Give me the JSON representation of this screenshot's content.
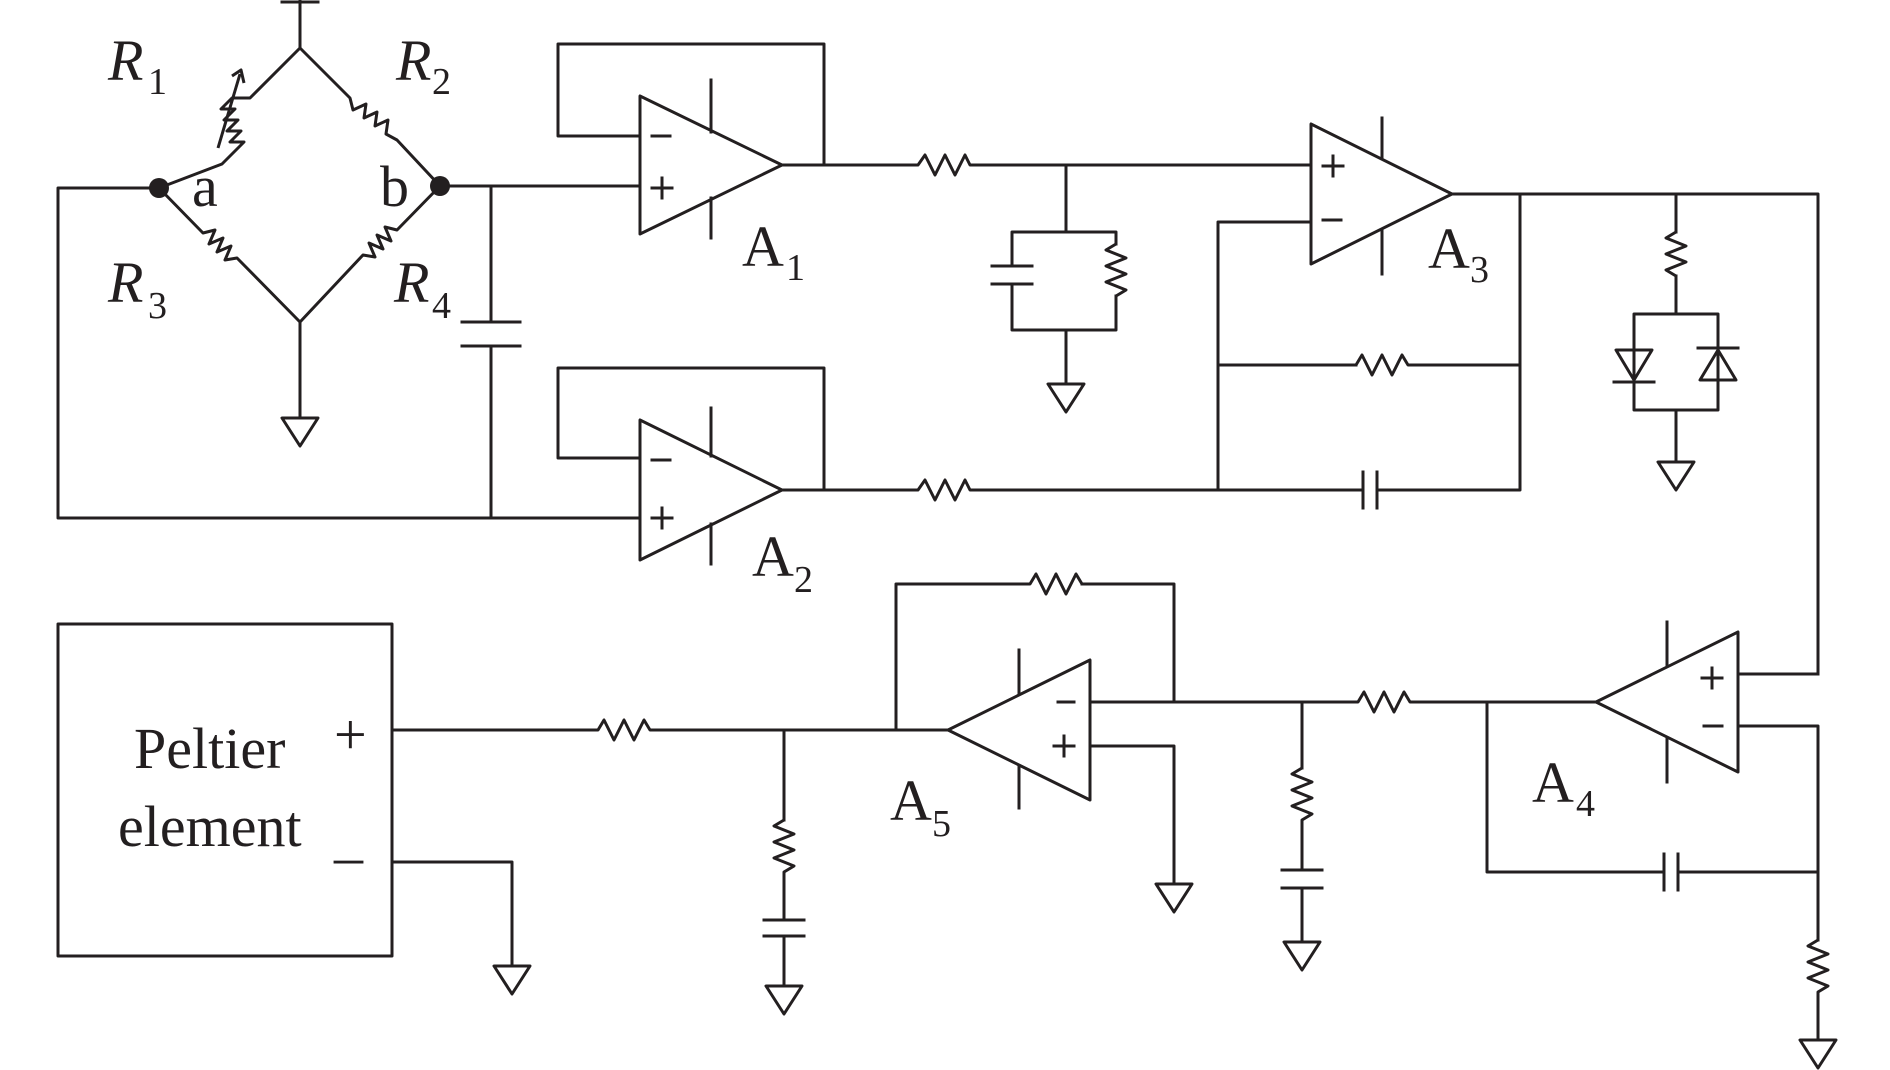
{
  "labels": {
    "r1": "R",
    "r1_sub": "1",
    "r2": "R",
    "r2_sub": "2",
    "r3": "R",
    "r3_sub": "3",
    "r4": "R",
    "r4_sub": "4",
    "node_a": "a",
    "node_b": "b",
    "a1": "A",
    "a1_sub": "1",
    "a2": "A",
    "a2_sub": "2",
    "a3": "A",
    "a3_sub": "3",
    "a4": "A",
    "a4_sub": "4",
    "a5": "A",
    "a5_sub": "5",
    "peltier_line1": "Peltier",
    "peltier_line2": "element",
    "peltier_plus": "+",
    "peltier_minus": "_",
    "plus": "+",
    "minus": "–"
  },
  "colors": {
    "ink": "#231f20",
    "background": "#ffffff"
  }
}
